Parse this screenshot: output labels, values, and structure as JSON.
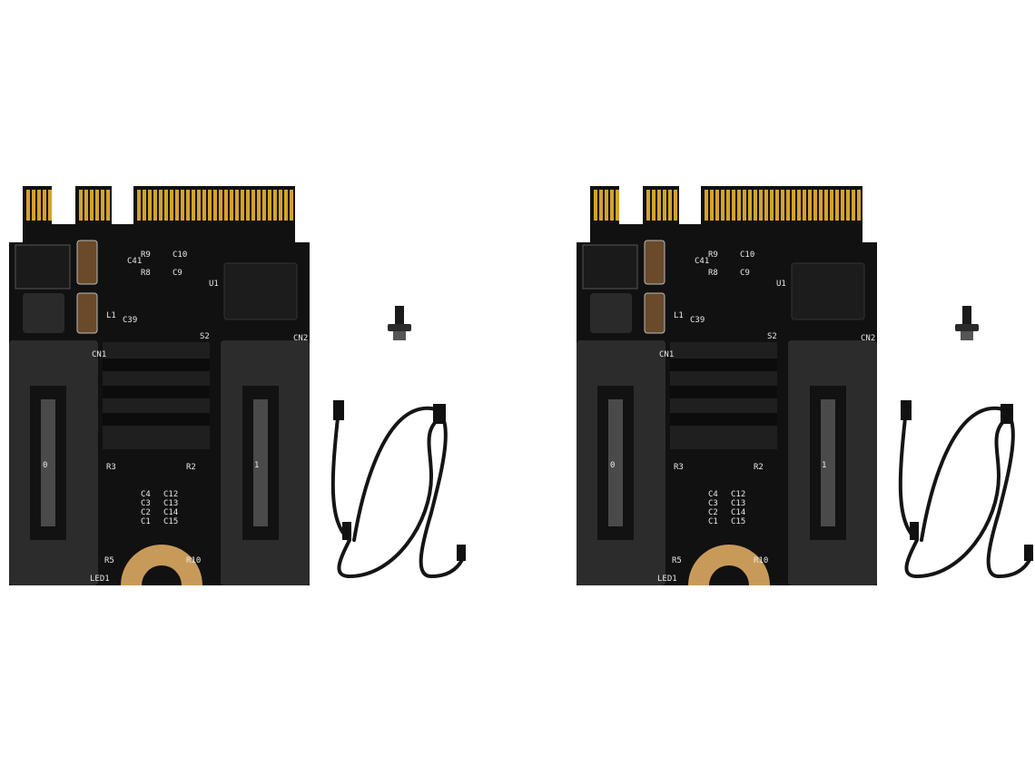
{
  "photo": {
    "background_color": "#ffffff",
    "pcb_color": "#111111",
    "gold_color": "#d4a22b",
    "sata_port_color": "#2c2c2c",
    "kits": [
      {
        "id": "left",
        "board": {
          "silkscreen": [
            "CN1",
            "CN2",
            "U1",
            "L1",
            "C39",
            "C41",
            "R9",
            "R8",
            "C10",
            "C9",
            "S2",
            "R3",
            "R2",
            "R5",
            "R10",
            "LED1",
            "C4",
            "C3",
            "C2",
            "C1",
            "C12",
            "C13",
            "C14",
            "C15"
          ],
          "port_numbers": [
            "0",
            "1"
          ]
        },
        "accessories": [
          "standoff-screw",
          "sata-cable"
        ]
      },
      {
        "id": "right",
        "board": {
          "silkscreen": [
            "CN1",
            "CN2",
            "U1",
            "L1",
            "C39",
            "C41",
            "R9",
            "R8",
            "C10",
            "C9",
            "S2",
            "R3",
            "R2",
            "R5",
            "R10",
            "LED1",
            "C4",
            "C3",
            "C2",
            "C1",
            "C12",
            "C13",
            "C14",
            "C15"
          ],
          "port_numbers": [
            "0",
            "1"
          ]
        },
        "accessories": [
          "standoff-screw",
          "sata-cable"
        ]
      }
    ]
  }
}
